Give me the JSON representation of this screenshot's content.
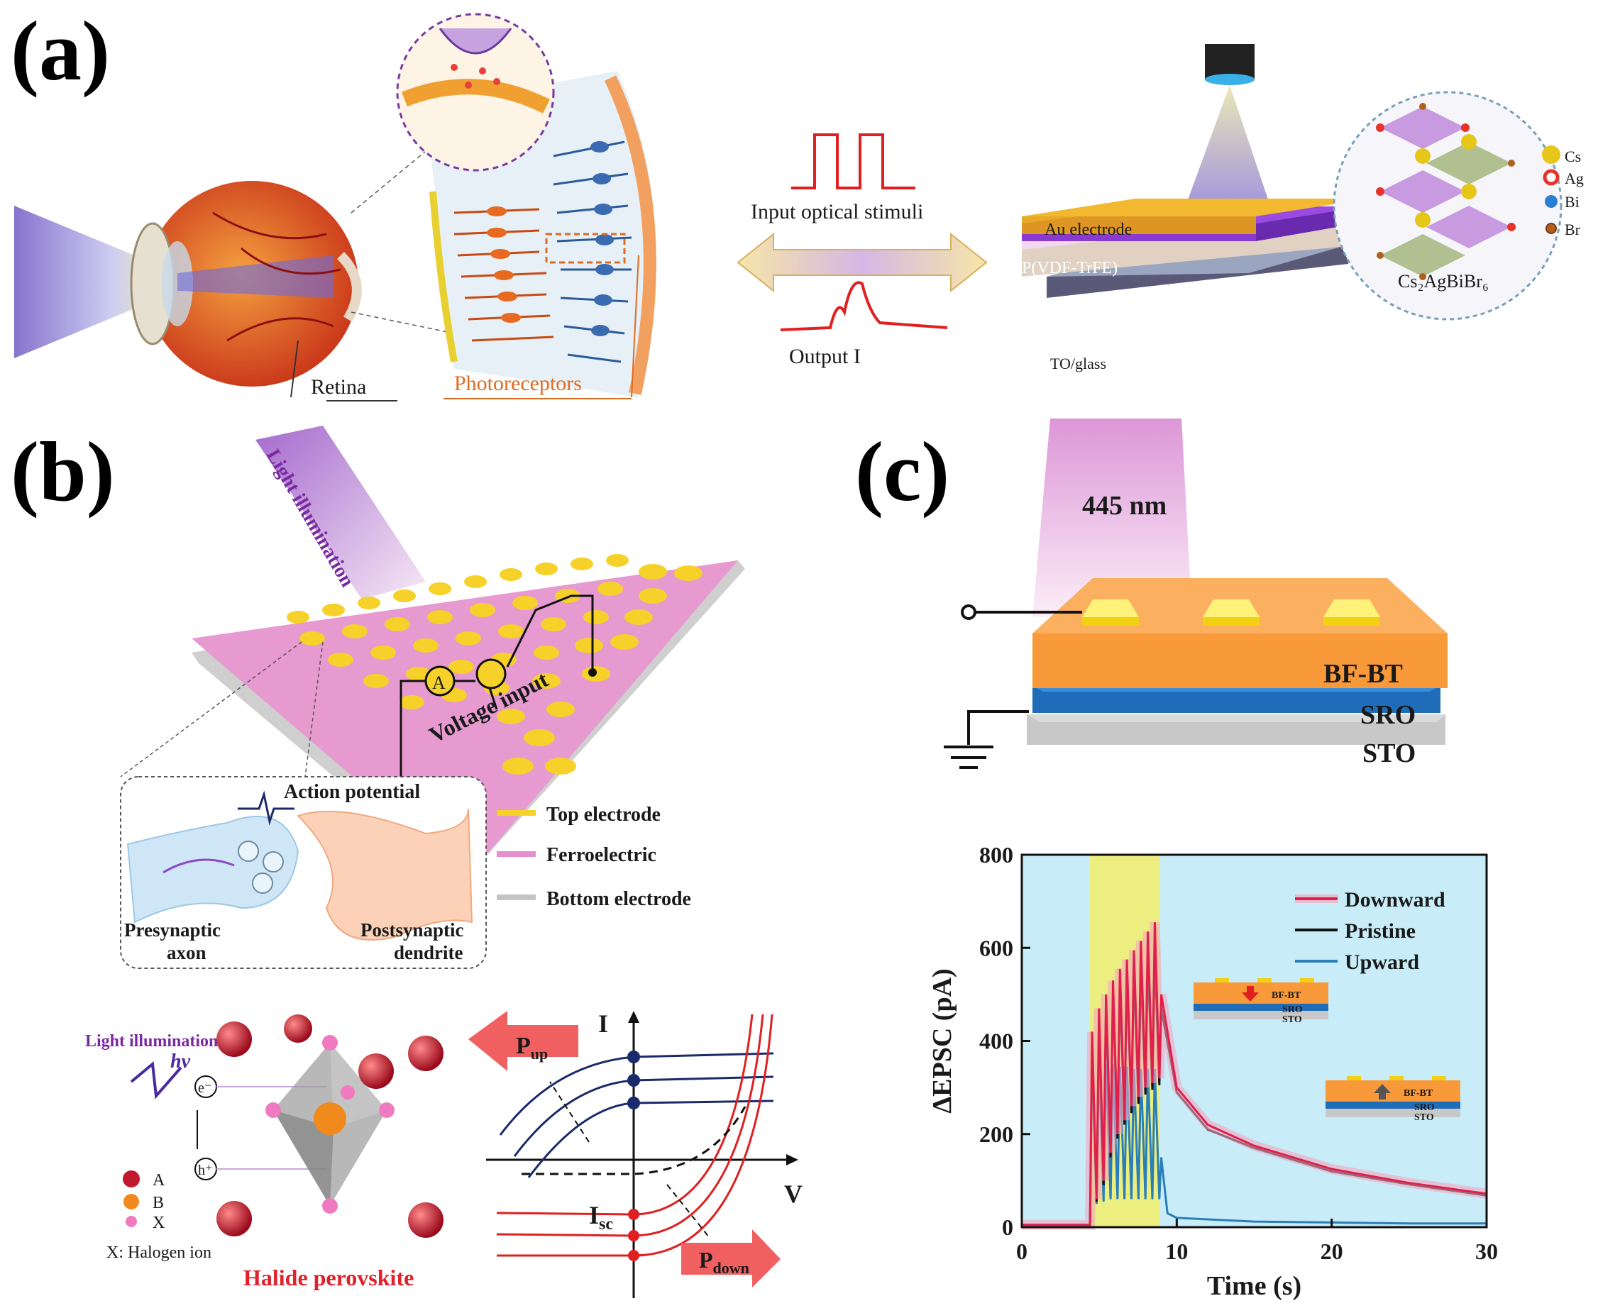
{
  "panels": {
    "a": {
      "label": "(a)",
      "retina_label": "Retina",
      "photoreceptors_label": "Photoreceptors",
      "input_label": "Input optical stimuli",
      "output_label": "Output I",
      "au_electrode": "Au electrode",
      "pvdf_label": "P(VDF-TrFE)",
      "ito_label": "TO/glass",
      "crystal_formula": "Cs₂AgBiBr₆",
      "legend": [
        {
          "label": "Cs",
          "color": "#e6c619"
        },
        {
          "label": "Ag",
          "color": "#e8332a"
        },
        {
          "label": "Bi",
          "color": "#2a7fd4"
        },
        {
          "label": "Br",
          "color": "#b0601c"
        }
      ]
    },
    "b": {
      "label": "(b)",
      "light_illumination": "Light illumination",
      "voltage_input": "Voltage input",
      "ammeter": "A",
      "action_potential": "Action potential",
      "presynaptic_line1": "Presynaptic",
      "presynaptic_line2": "axon",
      "postsynaptic_line1": "Postsynaptic",
      "postsynaptic_line2": "dendrite",
      "legend": [
        {
          "label": "Top electrode",
          "color": "#f5d12a"
        },
        {
          "label": "Ferroelectric",
          "color": "#e58fce"
        },
        {
          "label": "Bottom electrode",
          "color": "#c4c4c4"
        }
      ],
      "perovskite": {
        "light_label": "Light illumination",
        "hv": "hv",
        "electron": "e⁻",
        "hole": "h⁺",
        "legend": [
          {
            "label": "A",
            "color": "#c0182c"
          },
          {
            "label": "B",
            "color": "#f08a1c"
          },
          {
            "label": "X",
            "color": "#f07ac0"
          }
        ],
        "x_note": "X: Halogen ion",
        "title": "Halide perovskite"
      },
      "iv": {
        "axis_i": "I",
        "axis_v": "V",
        "isc_main": "I",
        "isc_sub": "sc",
        "pup_main": "P",
        "pup_sub": "up",
        "pdown_main": "P",
        "pdown_sub": "down"
      }
    },
    "c": {
      "label": "(c)",
      "wavelength": "445 nm",
      "layers": [
        "BF-BT",
        "SRO",
        "STO"
      ],
      "layer_colors": [
        "#f89a3a",
        "#1f6cb8",
        "#c8c8c8"
      ]
    }
  },
  "chart_data": {
    "type": "line",
    "xlabel": "Time (s)",
    "ylabel": "ΔEPSC (pA)",
    "xlim": [
      0,
      30
    ],
    "ylim": [
      0,
      800
    ],
    "xticks": [
      0,
      10,
      20,
      30
    ],
    "yticks": [
      0,
      200,
      400,
      600,
      800
    ],
    "light_on_interval": [
      4.4,
      8.9
    ],
    "pulses": 10,
    "legend_position": "top-right",
    "series": [
      {
        "name": "Downward",
        "color": "#e0204a",
        "baseline": 5,
        "pulse_peaks": [
          420,
          470,
          500,
          530,
          555,
          575,
          595,
          615,
          635,
          655
        ],
        "pulse_troughs": [
          60,
          100,
          160,
          200,
          230,
          260,
          280,
          300,
          310,
          320
        ],
        "decay": [
          [
            9,
            500
          ],
          [
            10,
            300
          ],
          [
            12,
            220
          ],
          [
            15,
            175
          ],
          [
            20,
            125
          ],
          [
            25,
            95
          ],
          [
            30,
            72
          ]
        ]
      },
      {
        "name": "Pristine",
        "color": "#111111",
        "baseline": 5,
        "pulse_peaks": [
          390,
          440,
          470,
          500,
          520,
          540,
          555,
          565,
          575,
          590
        ],
        "pulse_troughs": [
          55,
          90,
          150,
          190,
          220,
          245,
          265,
          285,
          295,
          305
        ],
        "decay": [
          [
            9,
            470
          ],
          [
            10,
            290
          ],
          [
            12,
            210
          ],
          [
            15,
            170
          ],
          [
            20,
            120
          ],
          [
            25,
            92
          ],
          [
            30,
            68
          ]
        ]
      },
      {
        "name": "Upward",
        "color": "#2a7fb8",
        "baseline": 5,
        "pulse_peaks": [
          360,
          355,
          350,
          350,
          345,
          345,
          340,
          340,
          340,
          340
        ],
        "pulse_troughs": [
          50,
          55,
          60,
          60,
          60,
          60,
          60,
          60,
          60,
          60
        ],
        "decay": [
          [
            9,
            150
          ],
          [
            9.4,
            30
          ],
          [
            10,
            20
          ],
          [
            15,
            12
          ],
          [
            20,
            10
          ],
          [
            25,
            8
          ],
          [
            30,
            8
          ]
        ]
      }
    ],
    "insets": [
      {
        "layers": [
          "BF-BT",
          "SRO",
          "STO"
        ],
        "polarization": "downward"
      },
      {
        "layers": [
          "BF-BT",
          "SRO",
          "STO"
        ],
        "polarization": "upward"
      }
    ]
  }
}
